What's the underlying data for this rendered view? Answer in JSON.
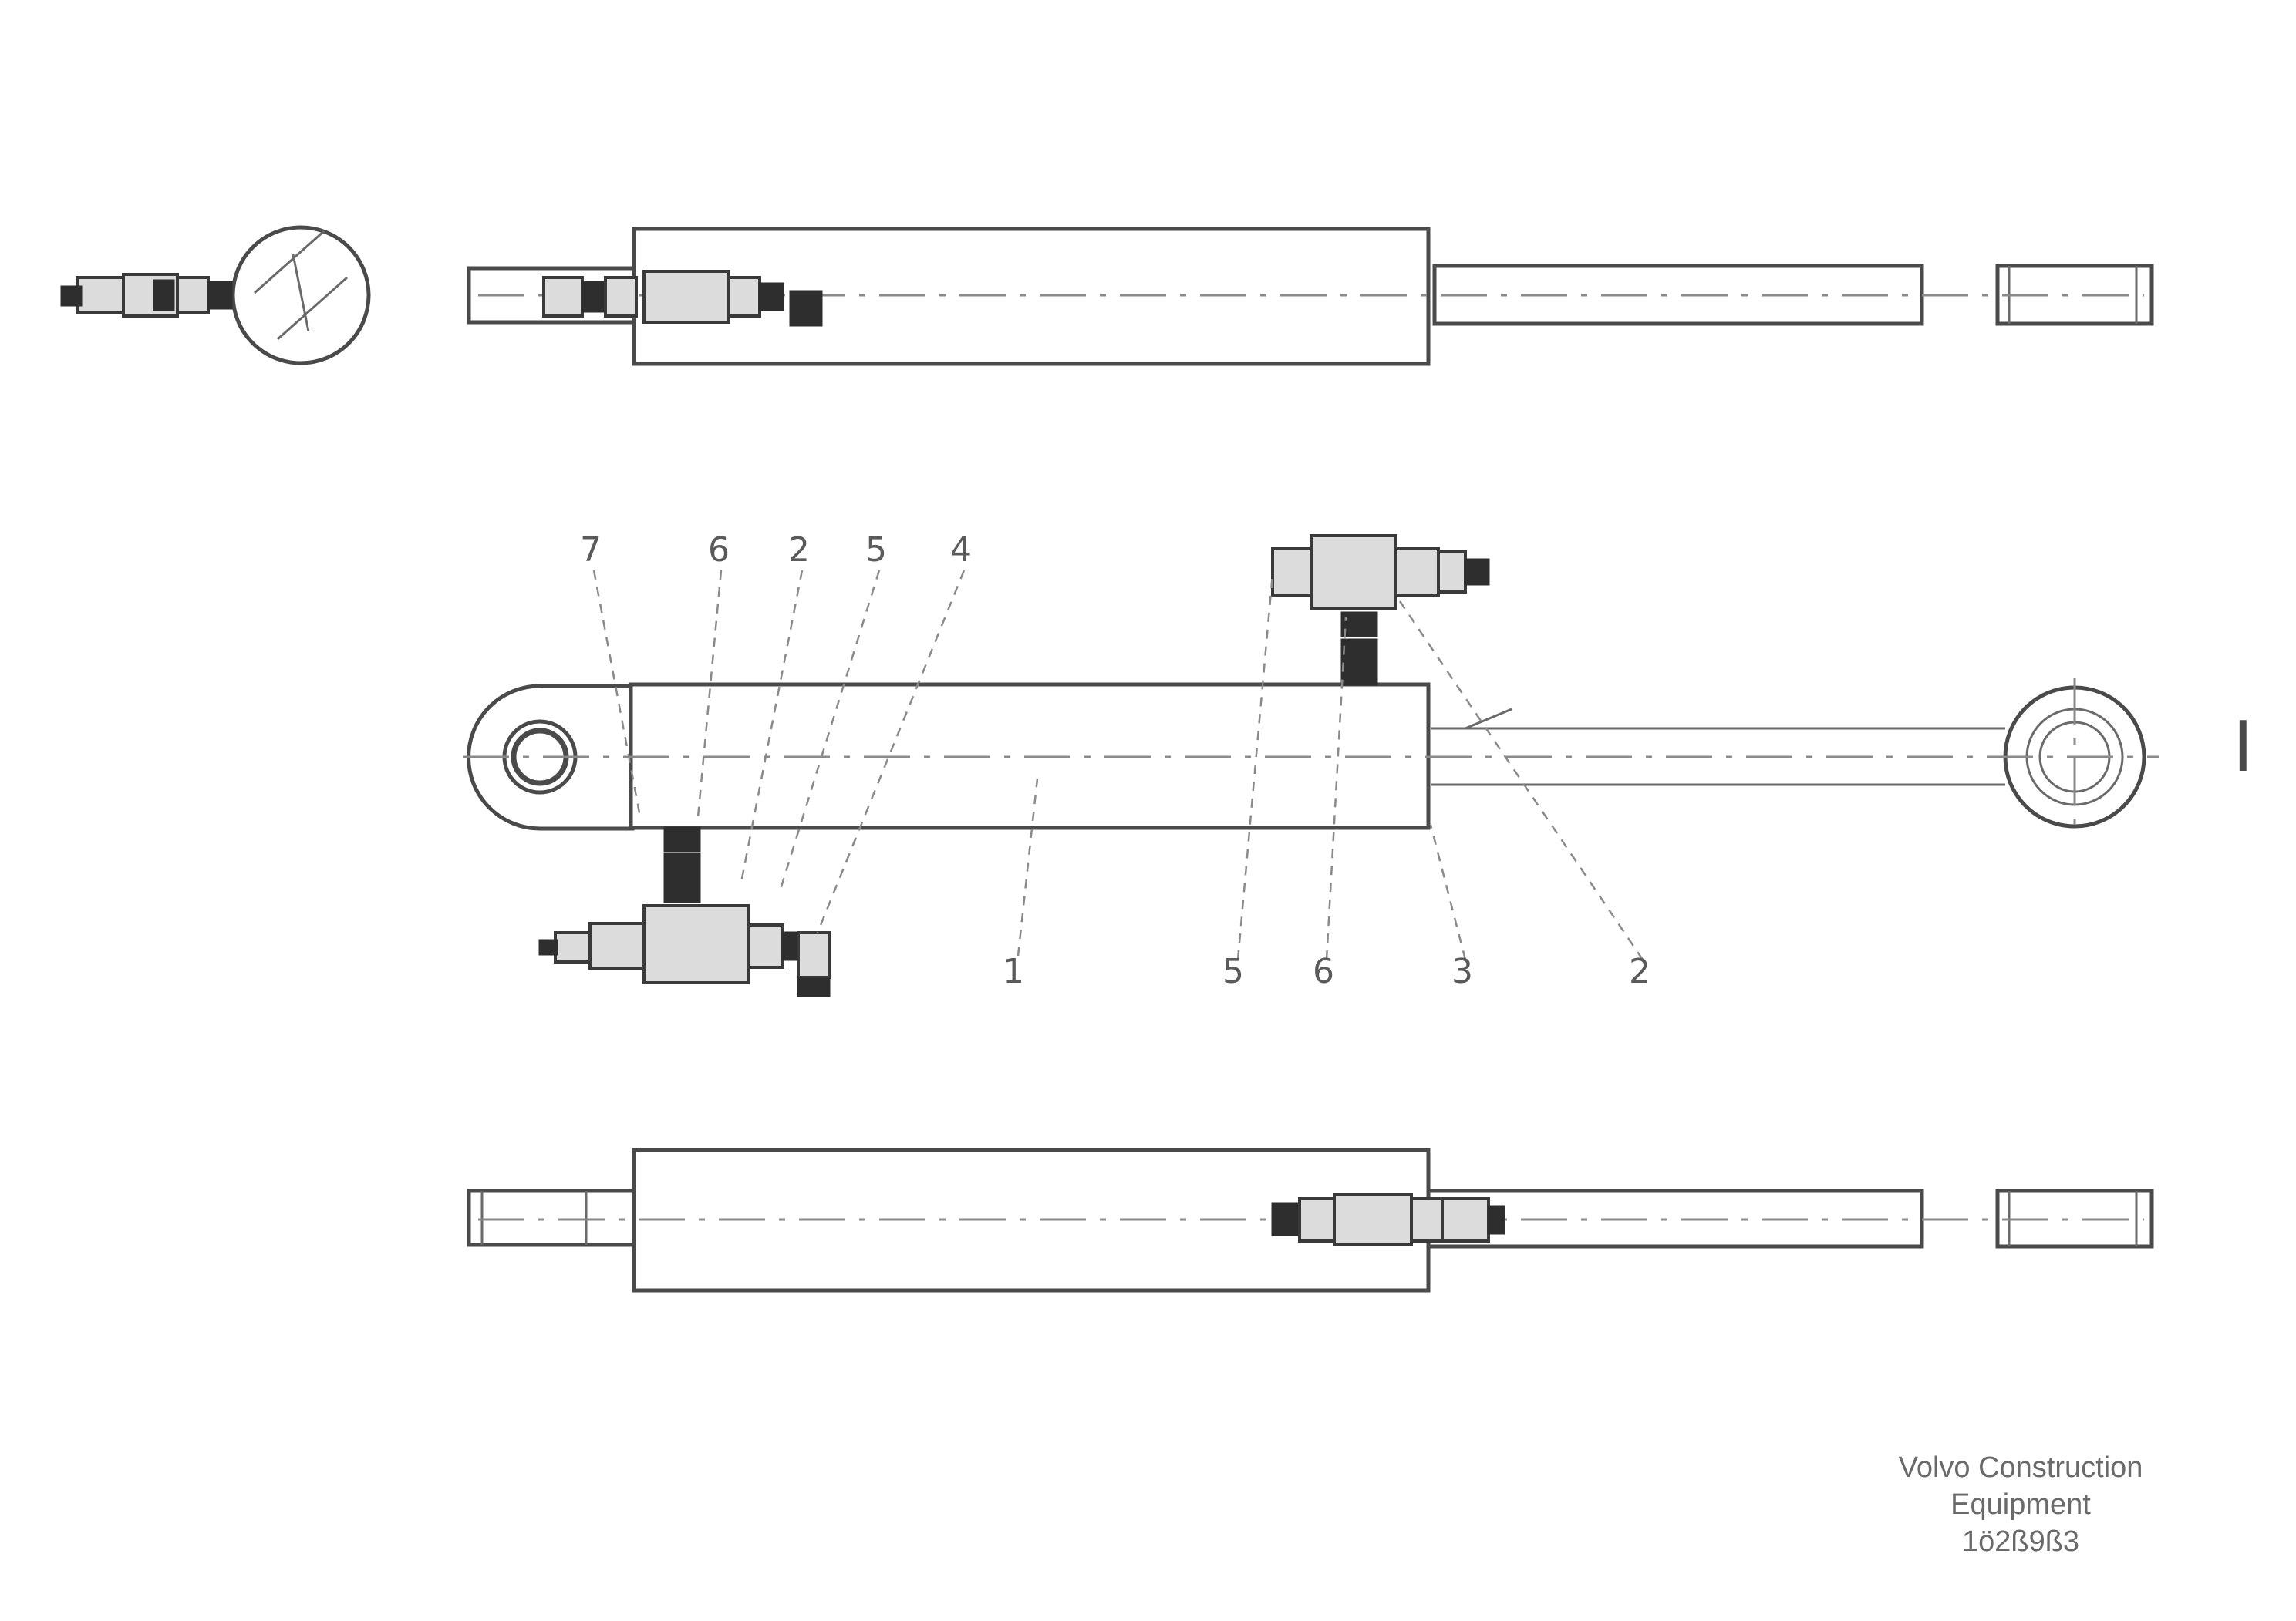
{
  "callouts": {
    "top_row": [
      "7",
      "6",
      "2",
      "5",
      "4"
    ],
    "bottom_row": [
      "1",
      "5",
      "6",
      "3",
      "2"
    ]
  },
  "view_marker": "I",
  "title_block": {
    "line1": "Volvo Construction",
    "line2": "Equipment",
    "line3": "1ö2ß9ß3"
  }
}
